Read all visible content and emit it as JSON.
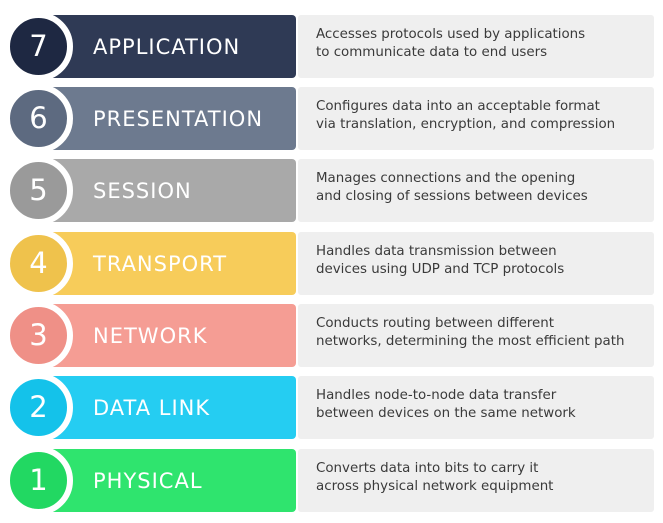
{
  "layers": [
    {
      "number": "7",
      "name": "APPLICATION",
      "description": [
        "Accesses protocols used by applications",
        "to communicate data to end users"
      ],
      "color": "#2f3a55",
      "circle_color": "#1e2842",
      "text_color": "#ffffff"
    },
    {
      "number": "6",
      "name": "PRESENTATION",
      "description": [
        "Configures data into an acceptable format",
        "via translation, encryption, and compression"
      ],
      "color": "#6d7a8f",
      "circle_color": "#5d6a80",
      "text_color": "#ffffff"
    },
    {
      "number": "5",
      "name": "SESSION",
      "description": [
        "Manages connections and the opening",
        "and closing of sessions between devices"
      ],
      "color": "#a9a9a9",
      "circle_color": "#9a9a9a",
      "text_color": "#ffffff"
    },
    {
      "number": "4",
      "name": "TRANSPORT",
      "description": [
        "Handles data transmission between",
        "devices using UDP and TCP protocols"
      ],
      "color": "#f7cc5a",
      "circle_color": "#efc24c",
      "text_color": "#ffffff"
    },
    {
      "number": "3",
      "name": "NETWORK",
      "description": [
        "Conducts routing between different",
        "networks, determining the most efficient path"
      ],
      "color": "#f59d94",
      "circle_color": "#ef9087",
      "text_color": "#ffffff"
    },
    {
      "number": "2",
      "name": "DATA LINK",
      "description": [
        "Handles node-to-node data transfer",
        "between devices on the same network"
      ],
      "color": "#25cdf2",
      "circle_color": "#14c2ea",
      "text_color": "#ffffff"
    },
    {
      "number": "1",
      "name": "PHYSICAL",
      "description": [
        "Converts data into bits to carry it",
        "across physical network equipment"
      ],
      "color": "#2fe46e",
      "circle_color": "#22d862",
      "text_color": "#ffffff"
    }
  ]
}
